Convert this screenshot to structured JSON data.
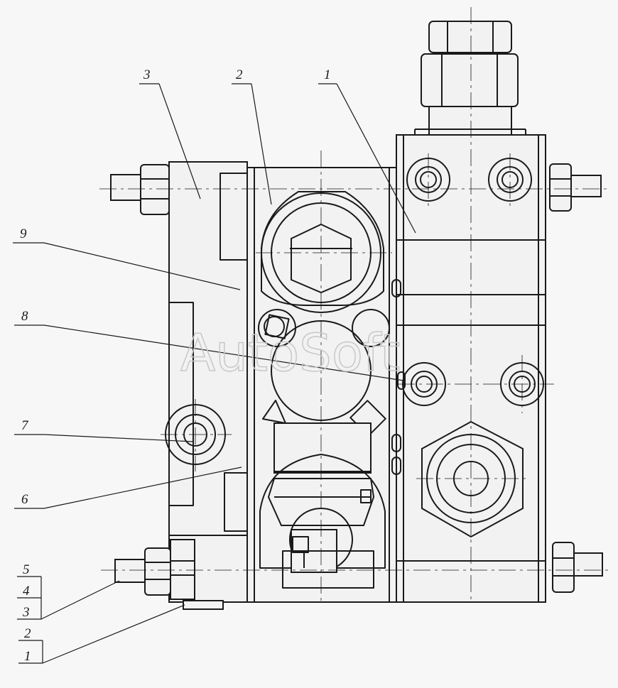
{
  "watermark": "AutoSoft",
  "callouts": {
    "c1": "1",
    "c2": "2",
    "c3": "3",
    "c9": "9",
    "c8": "8",
    "c7": "7",
    "c6": "6",
    "c5": "5",
    "c4": "4",
    "c3b": "3",
    "c2b": "2",
    "c1b": "1"
  }
}
